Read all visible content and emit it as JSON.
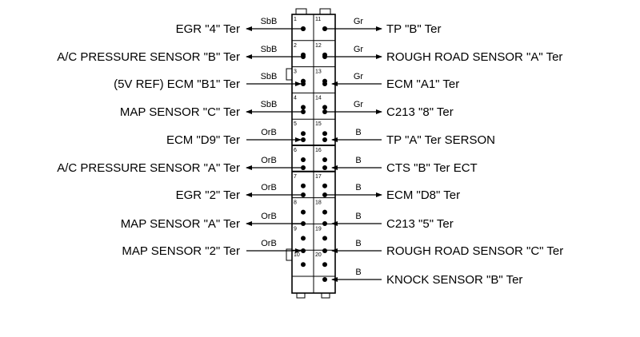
{
  "connector": {
    "left_pins": [
      "1",
      "2",
      "3",
      "4",
      "5",
      "6",
      "7",
      "8",
      "9",
      "10"
    ],
    "right_pins": [
      "11",
      "12",
      "13",
      "14",
      "15",
      "16",
      "17",
      "18",
      "19",
      "20"
    ]
  },
  "left_rows": [
    {
      "label": "EGR \"4\" Ter",
      "wire": "SbB",
      "direction": "out"
    },
    {
      "label": "A/C PRESSURE SENSOR \"B\" Ter",
      "wire": "SbB",
      "direction": "out"
    },
    {
      "label": "(5V REF) ECM \"B1\" Ter",
      "wire": "SbB",
      "direction": "in"
    },
    {
      "label": "MAP SENSOR \"C\" Ter",
      "wire": "SbB",
      "direction": "out"
    },
    {
      "label": "ECM \"D9\" Ter",
      "wire": "OrB",
      "direction": "in"
    },
    {
      "label": "A/C PRESSURE SENSOR \"A\" Ter",
      "wire": "OrB",
      "direction": "out"
    },
    {
      "label": "EGR \"2\" Ter",
      "wire": "OrB",
      "direction": "out"
    },
    {
      "label": "MAP SENSOR \"A\" Ter",
      "wire": "OrB",
      "direction": "out"
    },
    {
      "label": "MAP SENSOR \"2\" Ter",
      "wire": "OrB",
      "direction": "in"
    }
  ],
  "right_rows": [
    {
      "label": "TP \"B\" Ter",
      "wire": "Gr",
      "direction": "out"
    },
    {
      "label": "ROUGH ROAD SENSOR \"A\" Ter",
      "wire": "Gr",
      "direction": "out"
    },
    {
      "label": "ECM \"A1\" Ter",
      "wire": "Gr",
      "direction": "in"
    },
    {
      "label": "C213 \"8\" Ter",
      "wire": "Gr",
      "direction": "out"
    },
    {
      "label": "TP \"A\" Ter SERSON",
      "wire": "B",
      "direction": "in"
    },
    {
      "label": "CTS \"B\" Ter ECT",
      "wire": "B",
      "direction": "in"
    },
    {
      "label": "ECM \"D8\" Ter",
      "wire": "B",
      "direction": "out"
    },
    {
      "label": "C213 \"5\" Ter",
      "wire": "B",
      "direction": "in"
    },
    {
      "label": "ROUGH ROAD SENSOR \"C\" Ter",
      "wire": "B",
      "direction": "in"
    },
    {
      "label": "KNOCK SENSOR \"B\" Ter",
      "wire": "B",
      "direction": "in"
    }
  ]
}
